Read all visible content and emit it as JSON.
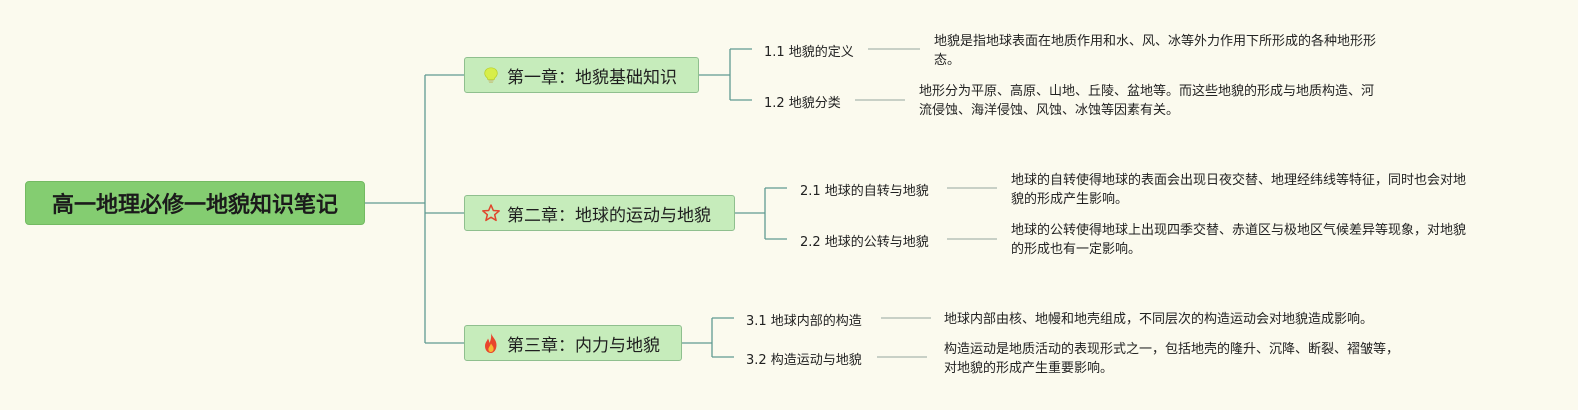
{
  "root": {
    "label": "高一地理必修一地貌知识笔记"
  },
  "chapters": [
    {
      "label": "第一章：地貌基础知识",
      "icon": "lightbulb-icon",
      "subtopics": [
        {
          "title": "1.1 地貌的定义",
          "lines": [
            "地貌是指地球表面在地质作用和水、风、冰等外力作用下所形成的各种地形形",
            "态。"
          ]
        },
        {
          "title": "1.2 地貌分类",
          "lines": [
            "地形分为平原、高原、山地、丘陵、盆地等。而这些地貌的形成与地质构造、河",
            "流侵蚀、海洋侵蚀、风蚀、冰蚀等因素有关。"
          ]
        }
      ]
    },
    {
      "label": "第二章：地球的运动与地貌",
      "icon": "star-icon",
      "subtopics": [
        {
          "title": "2.1 地球的自转与地貌",
          "lines": [
            "地球的自转使得地球的表面会出现日夜交替、地理经纬线等特征，同时也会对地",
            "貌的形成产生影响。"
          ]
        },
        {
          "title": "2.2 地球的公转与地貌",
          "lines": [
            "地球的公转使得地球上出现四季交替、赤道区与极地区气候差异等现象，对地貌",
            "的形成也有一定影响。"
          ]
        }
      ]
    },
    {
      "label": "第三章：内力与地貌",
      "icon": "fire-icon",
      "subtopics": [
        {
          "title": "3.1 地球内部的构造",
          "lines": [
            "地球内部由核、地幔和地壳组成，不同层次的构造运动会对地貌造成影响。"
          ]
        },
        {
          "title": "3.2 构造运动与地貌",
          "lines": [
            "构造运动是地质活动的表现形式之一，包括地壳的隆升、沉降、断裂、褶皱等，",
            "对地貌的形成产生重要影响。"
          ]
        }
      ]
    }
  ],
  "colors": {
    "background": "#fbfaee",
    "root_fill": "#84cd71",
    "chapter_fill": "#c6ecbb",
    "connector": "#5f9a91"
  }
}
